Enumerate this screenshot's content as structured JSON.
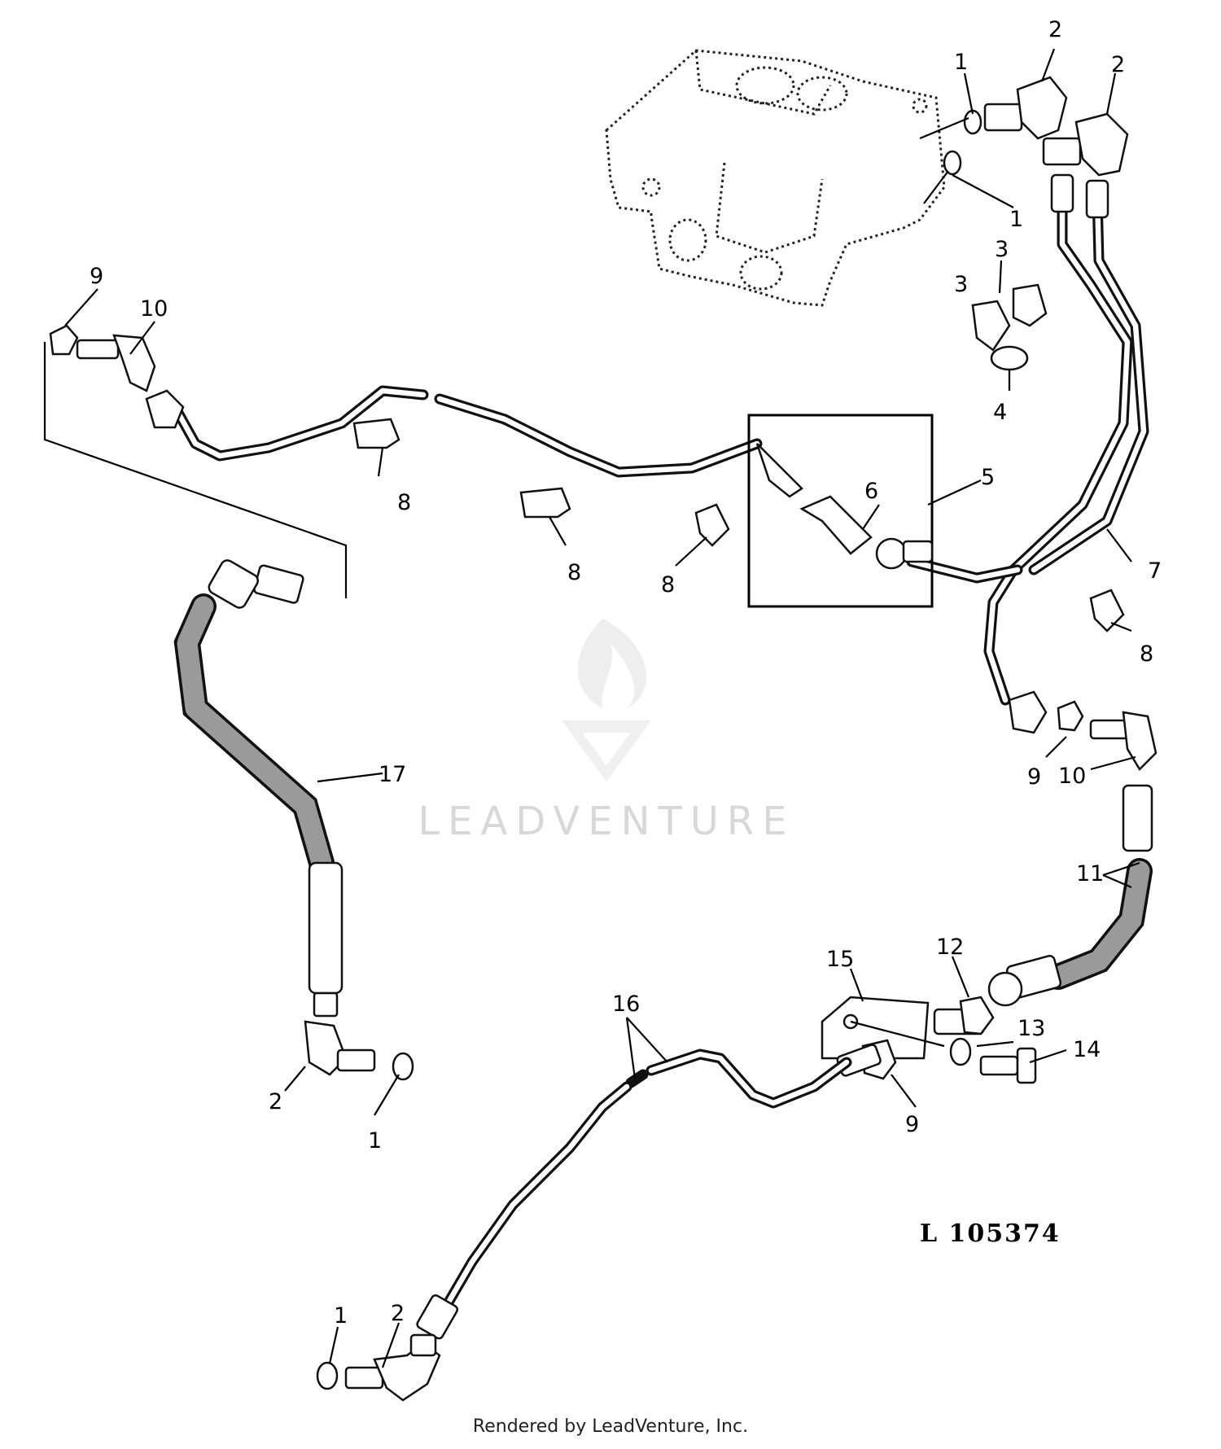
{
  "diagram": {
    "reference_number": "L 105374",
    "watermark": "LEADVENTURE",
    "credit": "Rendered by LeadVenture, Inc.",
    "callouts": {
      "c1_a": "1",
      "c1_b": "1",
      "c1_c": "1",
      "c1_d": "1",
      "c2_a": "2",
      "c2_b": "2",
      "c2_c": "2",
      "c2_d": "2",
      "c3_a": "3",
      "c3_b": "3",
      "c4": "4",
      "c5": "5",
      "c6": "6",
      "c7": "7",
      "c8_a": "8",
      "c8_b": "8",
      "c8_c": "8",
      "c8_d": "8",
      "c9_a": "9",
      "c9_b": "9",
      "c9_c": "9",
      "c10_a": "10",
      "c10_b": "10",
      "c11": "11",
      "c12": "12",
      "c13": "13",
      "c14": "14",
      "c15": "15",
      "c16": "16",
      "c17": "17"
    }
  }
}
